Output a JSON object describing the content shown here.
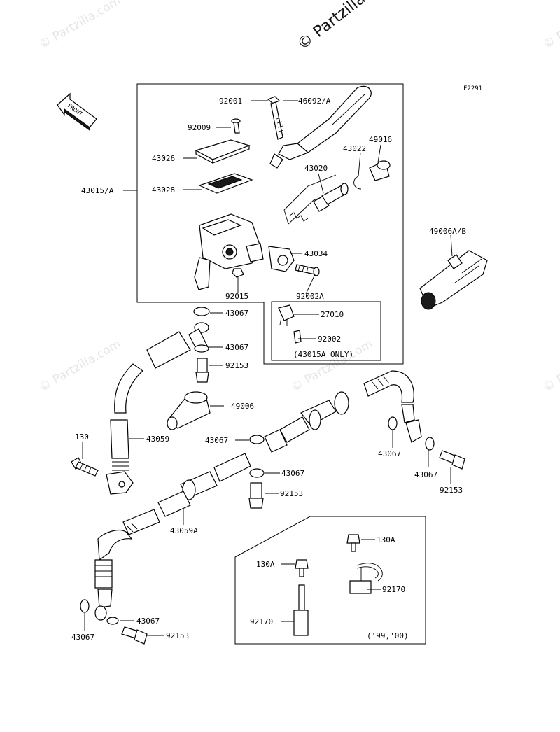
{
  "watermark": {
    "main": "© Partzilla",
    "faint": "© Partzilla.com"
  },
  "figure_id": "F2291",
  "front_arrow": "FRONT",
  "callouts": {
    "p92001": "92001",
    "p46092": "46092/A",
    "p92009": "92009",
    "p49016": "49016",
    "p43022": "43022",
    "p43026": "43026",
    "p43020": "43020",
    "p43028": "43028",
    "p43015a": "43015/A",
    "p49006ab": "49006A/B",
    "p43034": "43034",
    "p92015": "92015",
    "p92002a": "92002A",
    "p43067a": "43067",
    "p27010": "27010",
    "p92002": "92002",
    "box_note": "(43015A ONLY)",
    "p43067b": "43067",
    "p92153a": "92153",
    "p49006": "49006",
    "p130": "130",
    "p43059": "43059",
    "p43067c": "43067",
    "p43067d": "43067",
    "p43067e": "43067",
    "p43067f": "43067",
    "p92153b": "92153",
    "p92153c": "92153",
    "p43059a": "43059A",
    "p130a_right": "130A",
    "p130a_left": "130A",
    "p92170_right": "92170",
    "p92170_left": "92170",
    "years": "('99,'00)",
    "p43067g": "43067",
    "p43067h": "43067",
    "p92153d": "92153"
  }
}
